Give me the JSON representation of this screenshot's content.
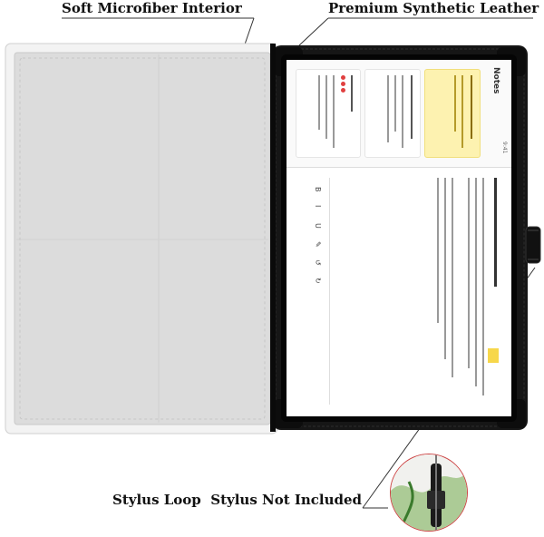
{
  "callouts": {
    "interior": "Soft Microfiber Interior",
    "leather": "Premium Synthetic Leather",
    "stylus_loop": "Stylus Loop",
    "stylus_not_included": "Stylus Not Included"
  },
  "colors": {
    "case_black": "#161616",
    "interior_gray": "#dcdcdc",
    "note_yellow": "#fdf2b0",
    "stylus_red_ring": "#cc4444"
  },
  "screen": {
    "app_name": "Notes",
    "status_time": "9:41"
  }
}
